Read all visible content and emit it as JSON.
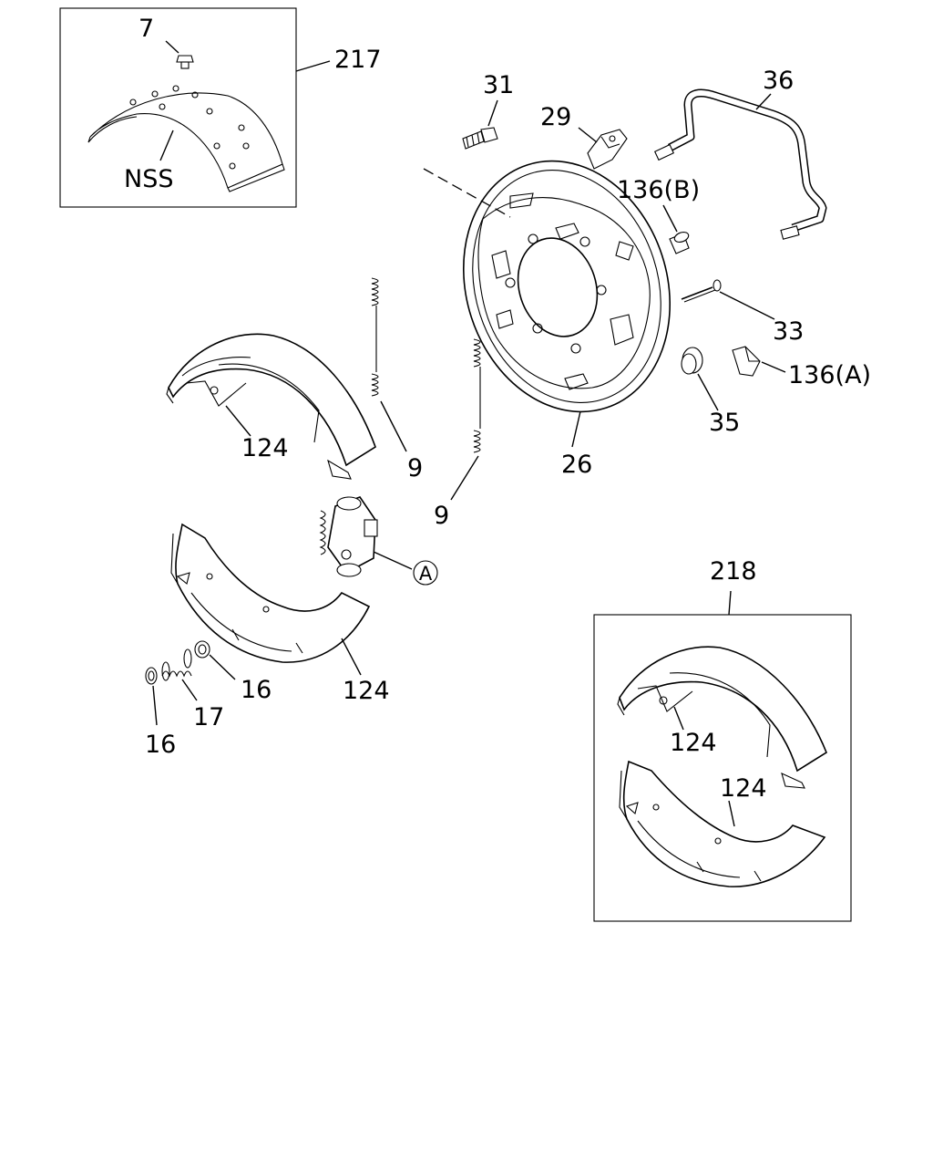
{
  "callouts": {
    "c7": "7",
    "c217": "217",
    "nss": "NSS",
    "c31": "31",
    "c29": "29",
    "c36": "36",
    "c136b": "136(B)",
    "c33": "33",
    "c136a": "136(A)",
    "c35": "35",
    "c26": "26",
    "c124_upper": "124",
    "c9_upper": "9",
    "c9_lower": "9",
    "circle_a": "A",
    "c124_lower": "124",
    "c16_right": "16",
    "c17": "17",
    "c16_left": "16",
    "c218": "218",
    "c124_kit_upper": "124",
    "c124_kit_lower": "124"
  }
}
